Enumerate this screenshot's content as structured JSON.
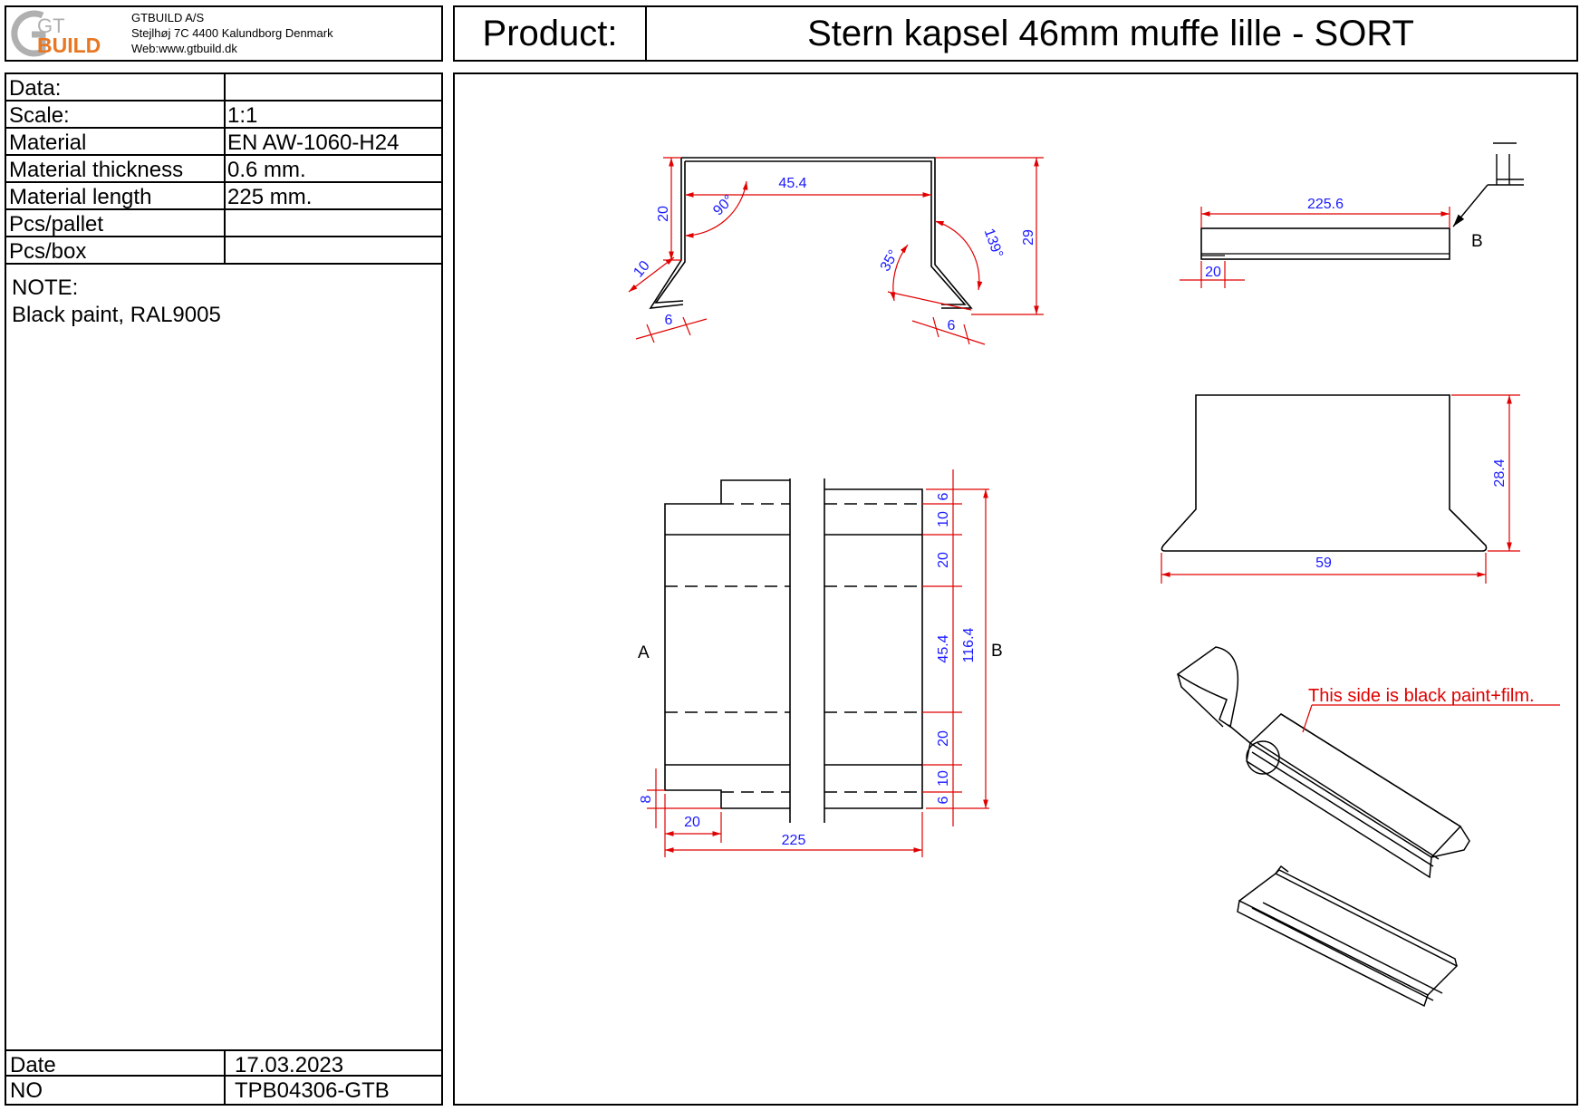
{
  "company": {
    "logo_top": "GT",
    "logo_bottom": "BUILD",
    "name": "GTBUILD A/S",
    "address": "Stejlhøj 7C 4400 Kalundborg Denmark",
    "web": "Web:www.gtbuild.dk"
  },
  "product": {
    "label": "Product:",
    "name": "Stern kapsel 46mm muffe lille  - SORT"
  },
  "info": {
    "rows": [
      {
        "label": "Data:",
        "value": ""
      },
      {
        "label": "Scale:",
        "value": "1:1"
      },
      {
        "label": "Material",
        "value": "EN AW-1060-H24"
      },
      {
        "label": "Material thickness",
        "value": "0.6 mm."
      },
      {
        "label": "Material length",
        "value": "225 mm."
      },
      {
        "label": "Pcs/pallet",
        "value": ""
      },
      {
        "label": "Pcs/box",
        "value": ""
      }
    ],
    "note_title": "NOTE:",
    "note_text": "Black paint, RAL9005",
    "date_label": "Date",
    "date_value": "17.03.2023",
    "no_label": "NO",
    "no_value": "TPB04306-GTB"
  },
  "drawing": {
    "profile_dims": {
      "top": "45.4",
      "left_height": "20",
      "right_height": "29",
      "angle_left": "90°",
      "angle_right": "139°",
      "angle_35": "35°",
      "flange": "10",
      "hem_left": "6",
      "hem_right": "6"
    },
    "side_view": {
      "length": "225.6",
      "offset": "20",
      "label": "B"
    },
    "blank": {
      "width": "225",
      "notch_width": "20",
      "notch_depth": "8",
      "seg_6a": "6",
      "seg_10a": "10",
      "seg_20a": "20",
      "seg_45": "45.4",
      "seg_20b": "20",
      "seg_10b": "10",
      "seg_6b": "6",
      "total": "116.4",
      "label_a": "A",
      "label_b": "B"
    },
    "end_view": {
      "height": "28.4",
      "width": "59"
    },
    "iso_note": "This side is black paint+film."
  }
}
